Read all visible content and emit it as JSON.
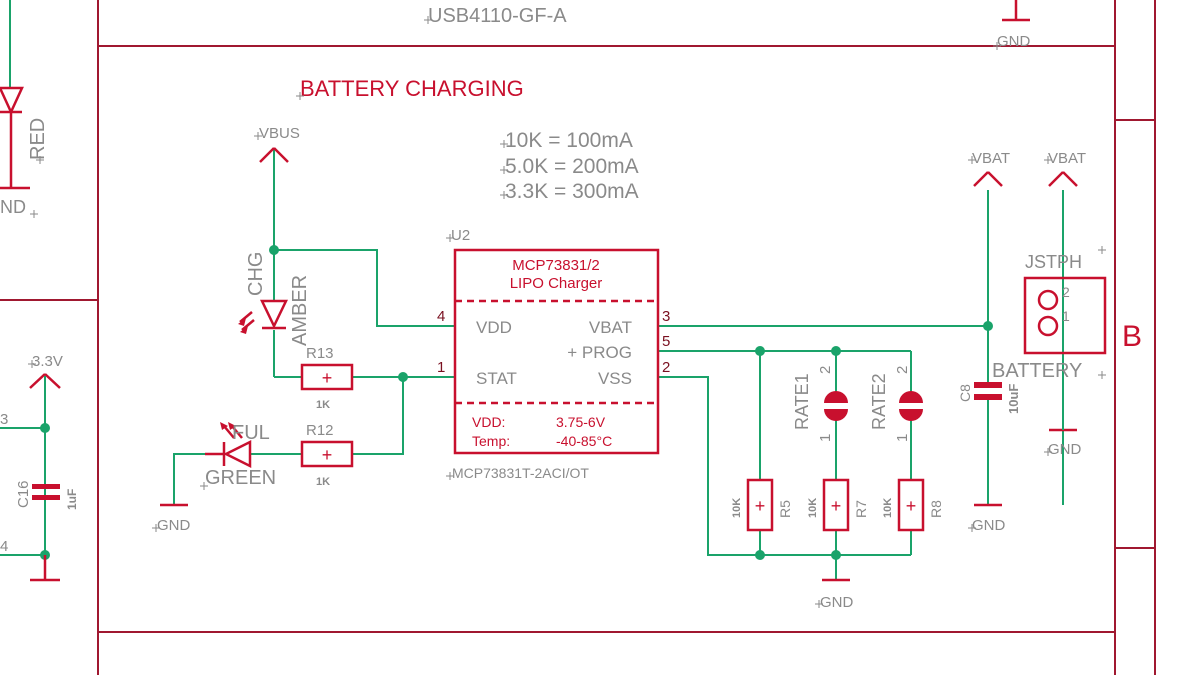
{
  "titles": {
    "usb_part": "USB4110-GF-A",
    "section": "BATTERY CHARGING"
  },
  "notes": [
    "10K  = 100mA",
    "5.0K  = 200mA",
    "3.3K  = 300mA"
  ],
  "frame": {
    "zone": "B"
  },
  "left_partial": {
    "led_label": "RED",
    "gnd_label": "ND",
    "supply_label": "3.3V",
    "cap_name": "C16",
    "cap_value": "1uF",
    "pin_top": "3",
    "pin_bottom": "4"
  },
  "supplies": {
    "vbus": "VBUS",
    "vbat1": "VBAT",
    "vbat2": "VBAT",
    "gnd_led": "GND",
    "gnd_rates": "GND",
    "gnd_cap": "GND",
    "gnd_battery": "GND",
    "gnd_top": "GND"
  },
  "u2": {
    "ref": "U2",
    "title_line1": "MCP73831/2",
    "title_line2": "LIPO Charger",
    "pins": {
      "vdd": {
        "name": "VDD",
        "num": "4"
      },
      "stat": {
        "name": "STAT",
        "num": "1"
      },
      "vbat": {
        "name": "VBAT",
        "num": "3"
      },
      "prog": {
        "name": "+ PROG",
        "num": "5"
      },
      "vss": {
        "name": "VSS",
        "num": "2"
      }
    },
    "spec_vdd_label": "VDD:",
    "spec_vdd_value": "3.75-6V",
    "spec_temp_label": "Temp:",
    "spec_temp_value": "-40-85°C",
    "part_number": "MCP73831T-2ACI/OT"
  },
  "leds": {
    "chg": {
      "name": "CHG",
      "color": "AMBER"
    },
    "ful": {
      "name": "FUL",
      "color": "GREEN"
    }
  },
  "resistors": {
    "r13": {
      "name": "R13",
      "value": "1K"
    },
    "r12": {
      "name": "R12",
      "value": "1K"
    },
    "r5": {
      "name": "R5",
      "value": "10K"
    },
    "r7": {
      "name": "R7",
      "value": "10K"
    },
    "r8": {
      "name": "R8",
      "value": "10K"
    }
  },
  "jumpers": {
    "rate1": {
      "name": "RATE1",
      "pin1": "1",
      "pin2": "2"
    },
    "rate2": {
      "name": "RATE2",
      "pin1": "1",
      "pin2": "2"
    }
  },
  "capacitor_c8": {
    "name": "C8",
    "value": "10uF"
  },
  "connector": {
    "type": "JSTPH",
    "name": "BATTERY",
    "pin1": "1",
    "pin2": "2"
  },
  "resistor_symbol": "+",
  "colors": {
    "symbol": "#c8102e",
    "net": "#1aa36a",
    "frame": "#a01830",
    "text_grey": "#8a8a8a"
  }
}
